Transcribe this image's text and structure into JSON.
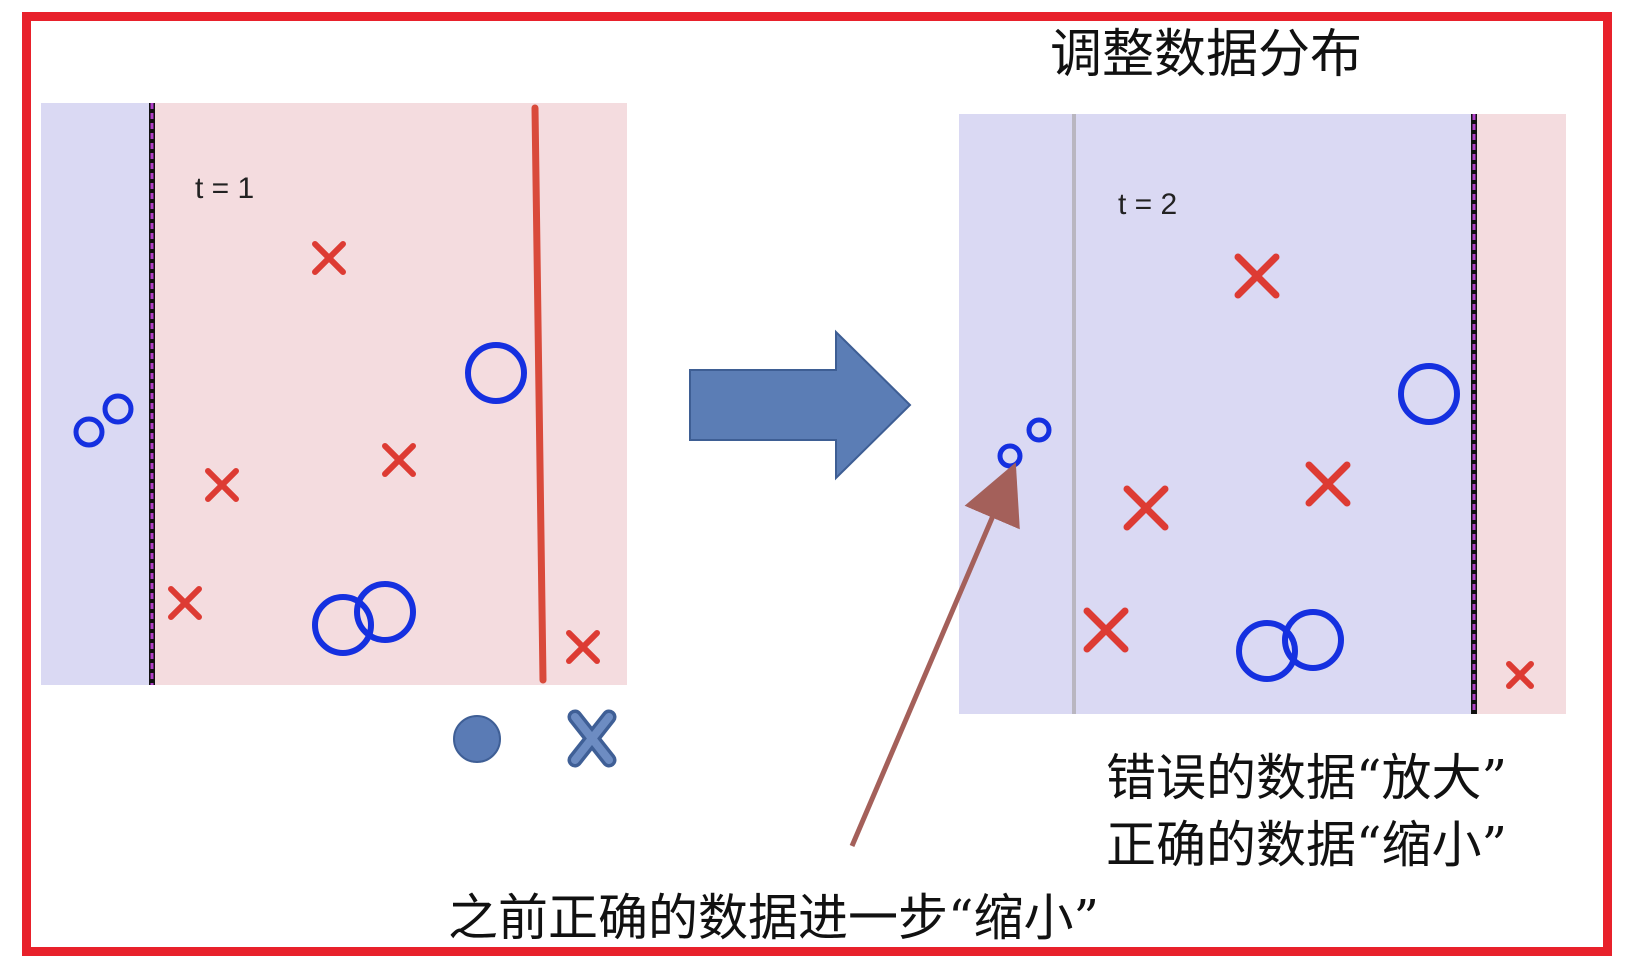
{
  "title": "调整数据分布",
  "left_panel": {
    "label": "t = 1",
    "colors": {
      "blue_region": "#dad9f3",
      "red_region": "#f4dcdf",
      "boundary": "#d94a3b",
      "divider": "#b040c8"
    },
    "points": [
      {
        "kind": "x",
        "size": "medium",
        "class": "red"
      },
      {
        "kind": "o",
        "size": "large",
        "class": "blue"
      },
      {
        "kind": "x",
        "size": "medium",
        "class": "red"
      },
      {
        "kind": "x",
        "size": "medium",
        "class": "red"
      },
      {
        "kind": "x",
        "size": "medium",
        "class": "red"
      },
      {
        "kind": "x",
        "size": "medium",
        "class": "red"
      },
      {
        "kind": "o",
        "size": "small",
        "class": "blue"
      },
      {
        "kind": "o",
        "size": "small",
        "class": "blue"
      },
      {
        "kind": "o",
        "size": "large",
        "class": "blue"
      },
      {
        "kind": "o",
        "size": "large",
        "class": "blue"
      }
    ]
  },
  "right_panel": {
    "label": "t = 2",
    "colors": {
      "blue_region": "#dad9f3",
      "red_region": "#f4dcdf",
      "old_boundary": "#b9b6c0",
      "divider": "#b040c8"
    },
    "points": [
      {
        "kind": "x",
        "size": "large",
        "class": "red"
      },
      {
        "kind": "o",
        "size": "large",
        "class": "blue"
      },
      {
        "kind": "x",
        "size": "large",
        "class": "red"
      },
      {
        "kind": "x",
        "size": "large",
        "class": "red"
      },
      {
        "kind": "x",
        "size": "large",
        "class": "red"
      },
      {
        "kind": "x",
        "size": "small",
        "class": "red"
      },
      {
        "kind": "o",
        "size": "tiny",
        "class": "blue"
      },
      {
        "kind": "o",
        "size": "tiny",
        "class": "blue"
      },
      {
        "kind": "o",
        "size": "large",
        "class": "blue"
      },
      {
        "kind": "o",
        "size": "large",
        "class": "blue"
      }
    ]
  },
  "legend": [
    {
      "symbol": "filled-circle",
      "color": "#5a7bb5"
    },
    {
      "symbol": "x-mark",
      "color": "#5a7bb5"
    }
  ],
  "big_arrow_color": "#5b7db5",
  "pointer_arrow_color": "#a4605a",
  "annotations": {
    "wrong_amplified": "错误的数据“放大”",
    "right_shrunk": "正确的数据“缩小”",
    "previous_right_shrunk_further": "之前正确的数据进一步“缩小”"
  }
}
